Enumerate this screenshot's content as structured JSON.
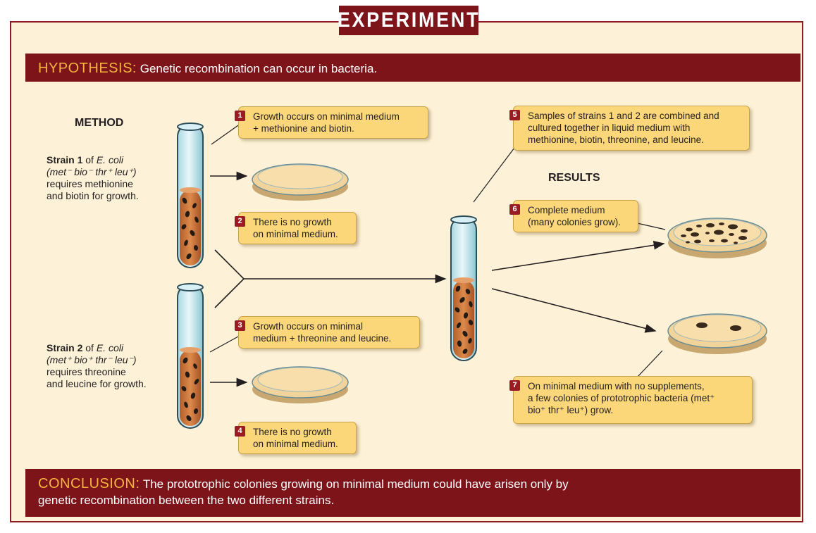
{
  "title": "EXPERIMENT",
  "hypothesis": {
    "label": "HYPOTHESIS:",
    "text": "Genetic recombination can occur in bacteria."
  },
  "method_heading": "METHOD",
  "results_heading": "RESULTS",
  "strain1": {
    "name": "Strain 1",
    "of": " of ",
    "species": "E. coli",
    "genotype": "(met⁻ bio⁻ thr⁺ leu⁺)",
    "line1": "requires methionine",
    "line2": "and biotin for growth."
  },
  "strain2": {
    "name": "Strain 2",
    "of": " of ",
    "species": "E. coli",
    "genotype": "(met⁺ bio⁺ thr⁻ leu⁻)",
    "line1": "requires threonine",
    "line2": "and leucine for growth."
  },
  "steps": [
    {
      "num": "1",
      "line1": "Growth occurs on minimal medium",
      "line2": "+ methionine and biotin."
    },
    {
      "num": "2",
      "line1": "There is no growth",
      "line2": "on minimal medium."
    },
    {
      "num": "3",
      "line1": "Growth occurs on minimal",
      "line2": "medium + threonine and leucine."
    },
    {
      "num": "4",
      "line1": "There is no growth",
      "line2": "on minimal medium."
    },
    {
      "num": "5",
      "line1": "Samples of strains 1 and 2 are combined and",
      "line2": "cultured together in liquid medium with",
      "line3": "methionine, biotin, threonine, and leucine."
    },
    {
      "num": "6",
      "line1": "Complete medium",
      "line2": "(many colonies grow)."
    },
    {
      "num": "7",
      "line1": "On minimal medium with no supplements,",
      "line2": "a few colonies of prototrophic bacteria (met⁺",
      "line3": "bio⁺ thr⁺ leu⁺) grow."
    }
  ],
  "conclusion": {
    "label": "CONCLUSION:",
    "line1": "The prototrophic colonies growing on minimal medium could have arisen only by",
    "line2": "genetic recombination between the two different strains."
  },
  "colors": {
    "banner": "#7d1419",
    "accent_text": "#f4b53f",
    "background": "#fdf2d8",
    "callout": "#fbd77a",
    "medium": "#c9743a"
  }
}
